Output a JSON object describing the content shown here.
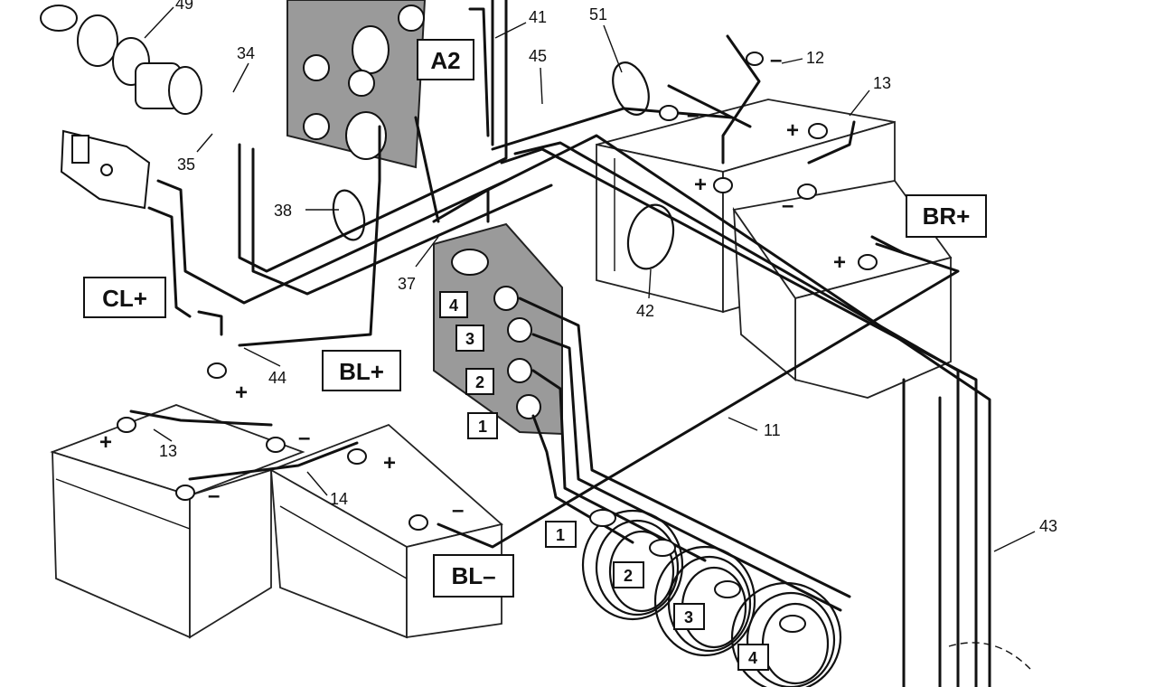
{
  "boxed_labels": {
    "a2": "A2",
    "br_plus": "BR+",
    "cl_plus": "CL+",
    "bl_plus": "BL+",
    "bl_minus": "BL–",
    "term_4": "4",
    "term_3": "3",
    "term_2": "2",
    "term_1": "1",
    "coil_1": "1",
    "coil_2": "2",
    "coil_3": "3",
    "coil_4": "4"
  },
  "callouts": {
    "c49": "49",
    "c34": "34",
    "c35": "35",
    "c38": "38",
    "c41": "41",
    "c45": "45",
    "c51": "51",
    "c12": "12",
    "c13_right": "13",
    "c42": "42",
    "c37": "37",
    "c44": "44",
    "c13_left": "13",
    "c14": "14",
    "c11": "11",
    "c43": "43"
  },
  "signs": {
    "plus": "+",
    "minus": "–"
  }
}
